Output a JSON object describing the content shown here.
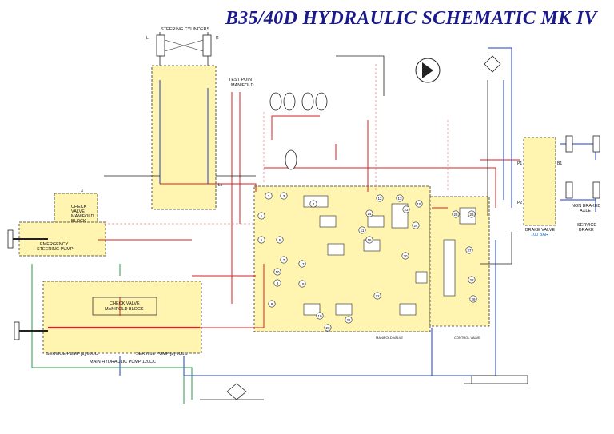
{
  "title": "B35/40D HYDRAULIC SCHEMATIC MK IV",
  "labels": {
    "steering_cylinders": "STEERING CYLINDERS",
    "test_point_manifold_line1": "TEST POINT",
    "test_point_manifold_line2": "MANIFOLD",
    "check_valve_manifold_block_line1": "CHECK",
    "check_valve_manifold_block_line2": "VALVE",
    "check_valve_manifold_block_line3": "MANIFOLD",
    "check_valve_manifold_block_line4": "BLOCK",
    "emergency_steering_pump_line1": "EMERGENCY",
    "emergency_steering_pump_line2": "STEERING PUMP",
    "check_valve_manifold_block2_line1": "CHECK VALVE",
    "check_valve_manifold_block2_line2": "MANIFOLD BLOCK",
    "service_pump_1": "SERVICE PUMP [1] 60CC",
    "service_pump_2": "SERVICE PUMP [2] 60CC",
    "main_hydraulic_pump": "MAIN HYDRAULIC PUMP 120CC",
    "brake_valve": "BRAKE VALVE",
    "brake_valve_pressure": "100 BAR",
    "non_braked_axle_line1": "NON BRAKED",
    "non_braked_axle_line2": "AXLE",
    "service_brake_line1": "SERVICE",
    "service_brake_line2": "BRAKE",
    "manifold_valve": "MANIFOLD VALVE",
    "control_valve": "CONTROL VALVE",
    "port_l": "L",
    "port_r": "R",
    "port_ls": "Ls",
    "port_p1": "P1",
    "port_p2": "P2",
    "port_b1": "B1",
    "port_x": "X"
  },
  "colors": {
    "title": "#1a1a8c",
    "manifold_fill": "#fff5b0",
    "pressure_line": "#d42020",
    "return_line": "#1c3fbf",
    "pilot_line": "#2a9a4a",
    "signal_line": "#e88a8a"
  },
  "component_numbers": [
    "1",
    "2",
    "3",
    "4",
    "5",
    "6",
    "7",
    "8",
    "9",
    "10",
    "11",
    "12",
    "13",
    "14",
    "15",
    "16",
    "17",
    "18",
    "19",
    "20",
    "21",
    "22",
    "23",
    "24",
    "25",
    "26",
    "27",
    "28",
    "29",
    "30"
  ]
}
